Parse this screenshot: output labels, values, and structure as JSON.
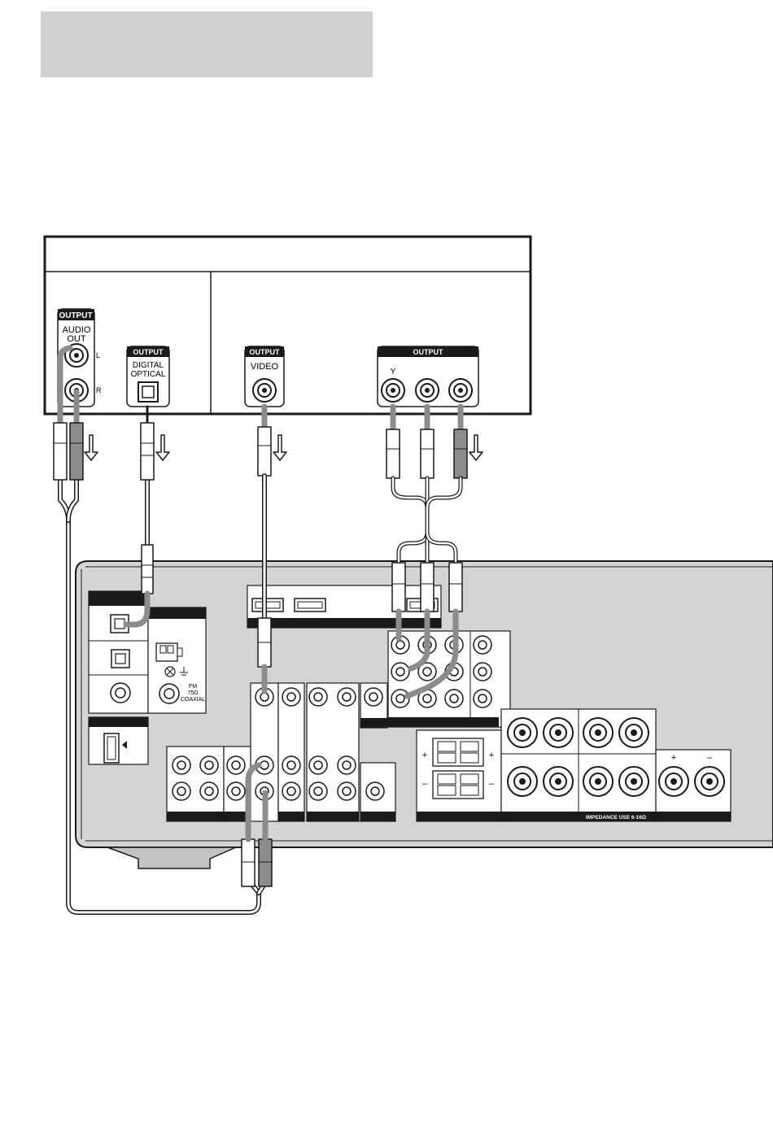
{
  "header_box": {
    "text": ""
  },
  "source_panel": {
    "audio_section": {
      "output_badge": "OUTPUT",
      "audio_out": [
        "AUDIO",
        "OUT"
      ],
      "channel_left": "L",
      "channel_right": "R",
      "digital_badge": "OUTPUT",
      "digital_optical": [
        "DIGITAL",
        "OPTICAL"
      ]
    },
    "video_section": {
      "video_badge": "OUTPUT",
      "video_label": "VIDEO",
      "component_badge": "OUTPUT",
      "component_y": "Y"
    }
  },
  "receiver_panel": {
    "antenna_label": [
      "FM",
      "75Ω",
      "COAXIAL"
    ],
    "impedance_label": "IMPEDANCE USE 6-16Ω",
    "speaker_plus": "+",
    "speaker_minus": "–"
  },
  "colors": {
    "panel_gray": "#d4d4d4",
    "header_gray": "#d1d1d1",
    "cable_gray": "#8c8c8c",
    "outline": "#1a1a1a"
  }
}
